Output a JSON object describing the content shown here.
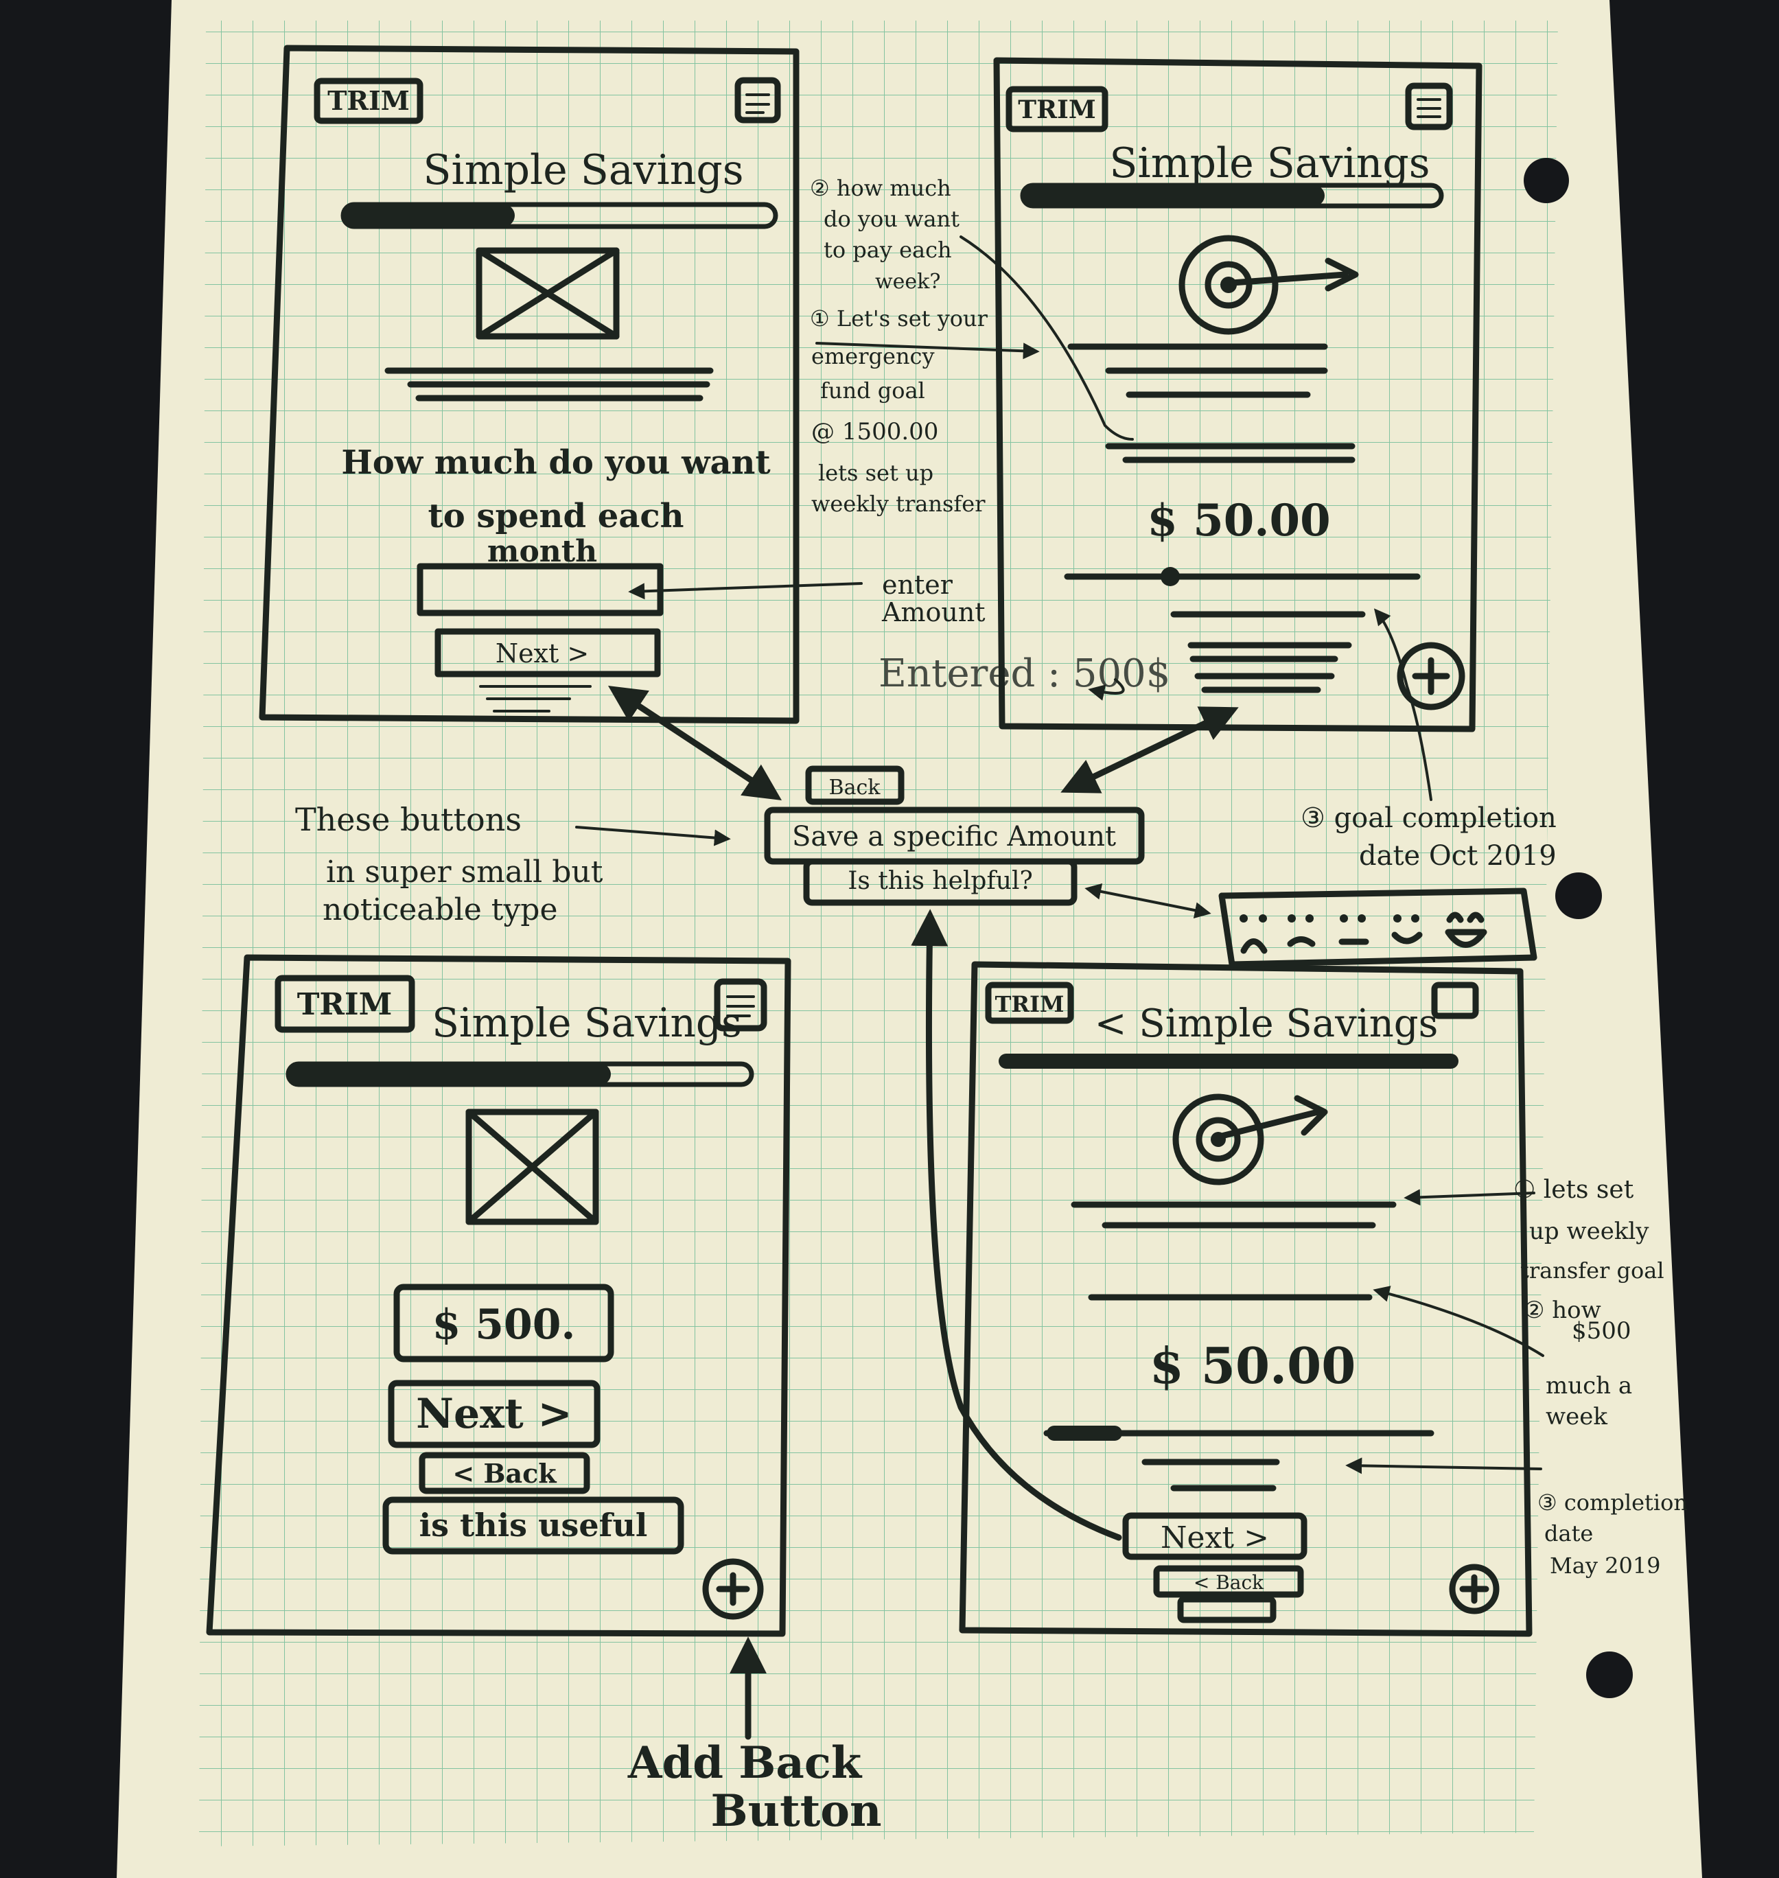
{
  "colors": {
    "paper": "#efecd4",
    "grid": "#5fb58f",
    "ink": "#1d241f",
    "background": "#15171a"
  },
  "screens": [
    {
      "id": "s1",
      "logo": "TRIM",
      "title": "Simple Savings",
      "question_lines": [
        "How much do you want",
        "to spend each",
        "month"
      ],
      "next_label": "Next >"
    },
    {
      "id": "s2",
      "logo": "TRIM",
      "title": "Simple Savings",
      "amount": "$ 50.00"
    },
    {
      "id": "s3",
      "logo": "TRIM",
      "title": "Simple Savings",
      "amount": "$ 500.",
      "next_label": "Next >",
      "back_label": "< Back",
      "useful_label": "is this useful"
    },
    {
      "id": "s4",
      "logo": "TRIM",
      "title": "< Simple Savings",
      "amount": "$ 50.00",
      "next_label": "Next >",
      "back_label": "< Back"
    }
  ],
  "center": {
    "back_label": "Back",
    "save_label": "Save a specific Amount",
    "helpful_label": "Is this helpful?"
  },
  "notes": {
    "top_mid": [
      "② how much",
      "do you want",
      "to pay each",
      "week?",
      "① Let's set your",
      "emergency",
      "fund goal",
      "@ 1500.00",
      "lets set up",
      "weekly transfer"
    ],
    "enter_amount": [
      "enter",
      "Amount"
    ],
    "entered": "Entered : 500$",
    "goal_completion": [
      "③ goal completion",
      "date Oct 2019"
    ],
    "buttons_note": [
      "These buttons",
      "in super small but",
      "noticeable type"
    ],
    "right_bottom": [
      "① lets set",
      "up weekly",
      "transfer goal",
      "$500",
      "② how",
      "much a",
      "week",
      "③ completion",
      "date",
      "May 2019"
    ],
    "add_back": [
      "Add Back",
      "Button"
    ]
  }
}
